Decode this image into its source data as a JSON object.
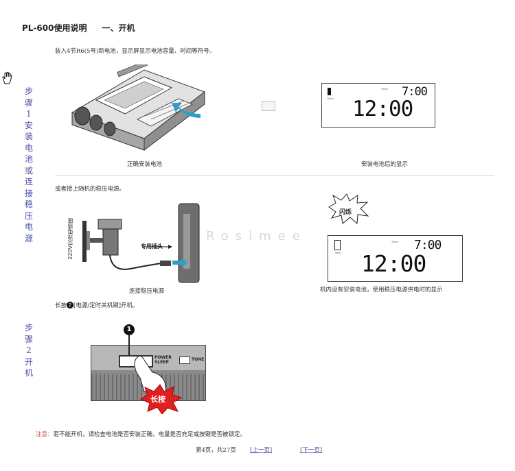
{
  "header": {
    "title": "PL-600使用说明",
    "section": "一、开机"
  },
  "step1": {
    "label": "步骤1安装电池或连接稳压电源",
    "intro": "装入4节R6(5号)新电池，显示屏显示电池容量、时间等符号。",
    "caption_left": "正确安装电池",
    "caption_right": "安装电池后的显示",
    "alt_intro": "或者接上随机的稳压电源。",
    "caption_adapter": "连接稳压电源",
    "caption_no_battery": "机内没有安装电池，使用稳压电源供电时的显示",
    "adapter_vertical_label": "220V交流电插座",
    "plug_label": "专用插头",
    "flash_label": "闪烁"
  },
  "lcd": {
    "main_time": "12:00",
    "alarm_time": "7:00",
    "tag": "Timer"
  },
  "step2": {
    "label": "步骤2开机",
    "instruction_prefix": "长按",
    "instruction_key": "2",
    "instruction_suffix": "[电源/定时关机键]开机。",
    "callout_number": "1",
    "button_label_1": "POWER",
    "button_label_2": "SLEEP",
    "tone_label": "TONE",
    "press_label": "长按"
  },
  "note": {
    "label": "注意：",
    "text": "若不能开机，请检查电池是否安装正确，电量是否充足或按键是否被锁定。"
  },
  "pagination": {
    "info": "第4页，共27页",
    "prev": "[上一页]",
    "next": "[下一页]"
  },
  "watermark": "Rosimee"
}
